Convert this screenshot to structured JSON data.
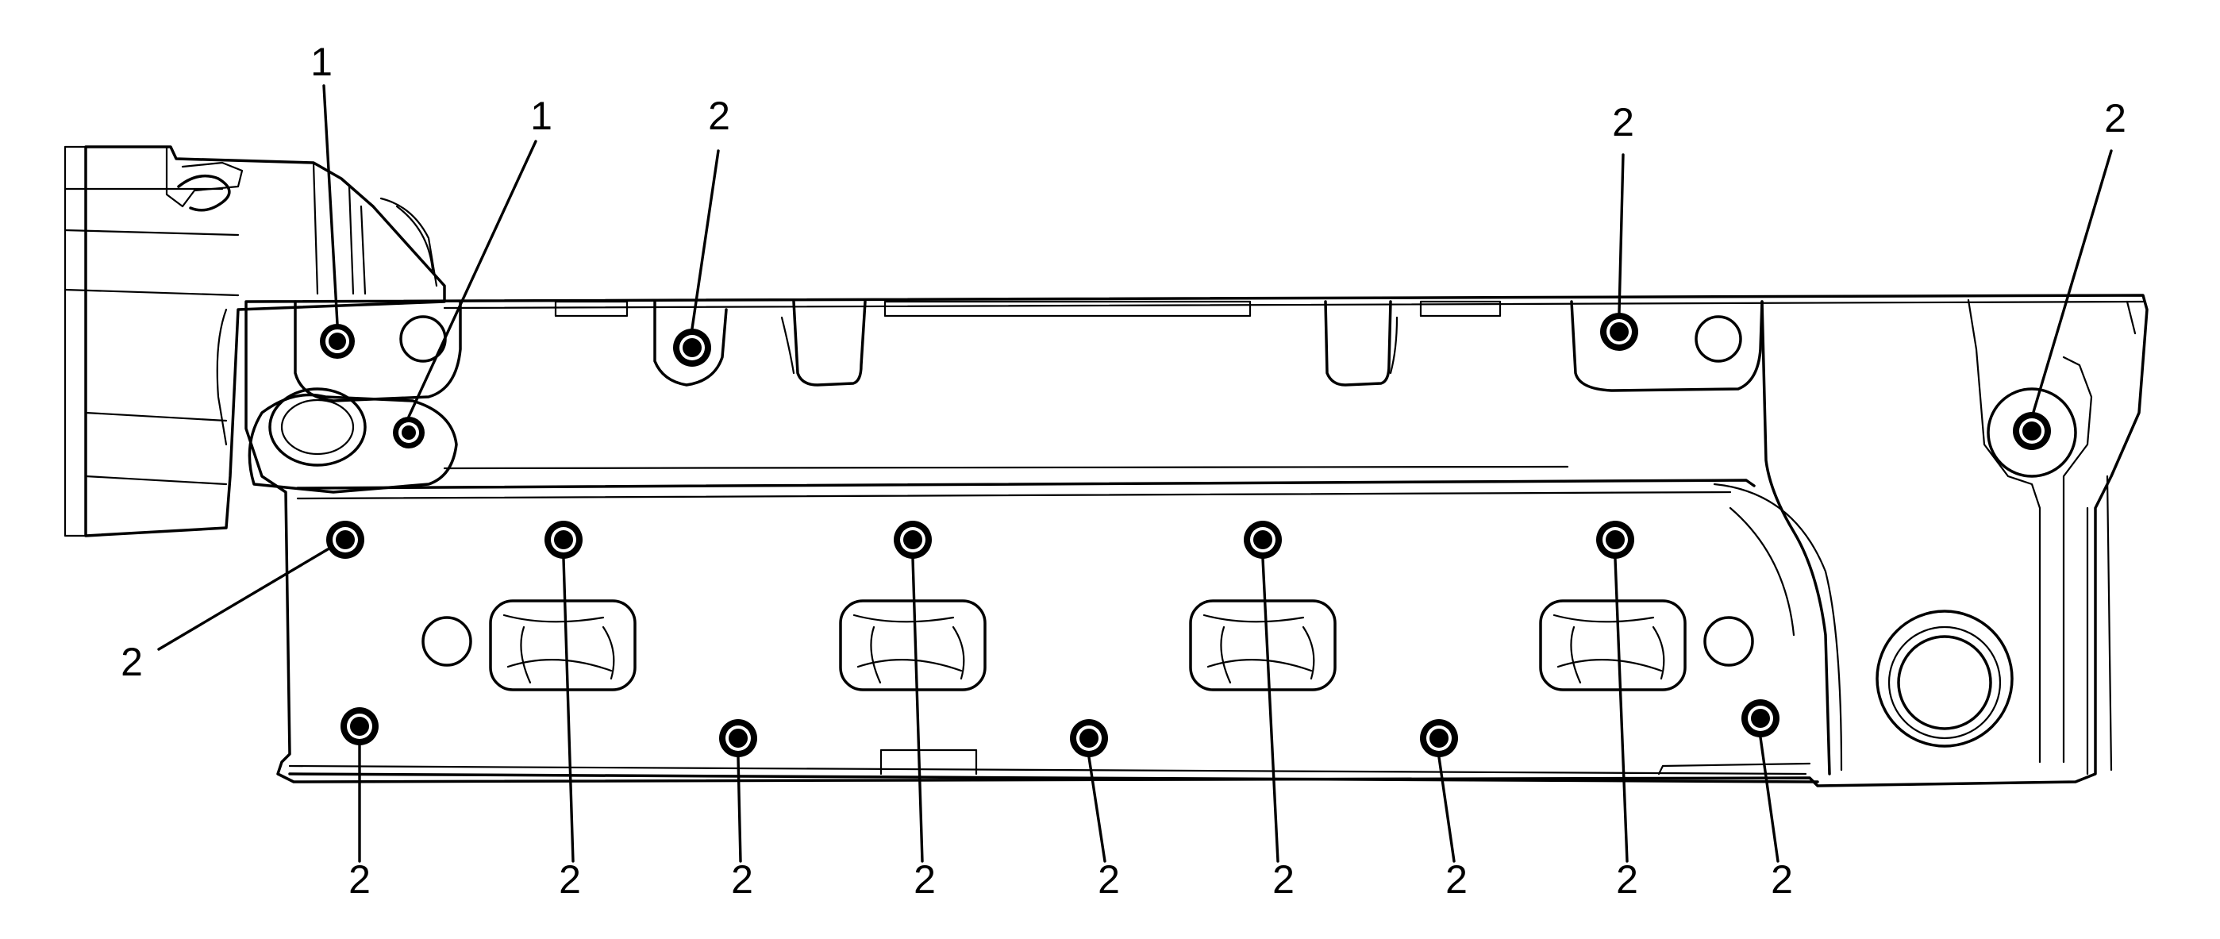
{
  "diagram": {
    "callouts": [
      {
        "id": "c1a",
        "label": "1"
      },
      {
        "id": "c1b",
        "label": "1"
      },
      {
        "id": "c2-top-1",
        "label": "2"
      },
      {
        "id": "c2-top-2",
        "label": "2"
      },
      {
        "id": "c2-top-3",
        "label": "2"
      },
      {
        "id": "c2-left",
        "label": "2"
      },
      {
        "id": "c2-b1",
        "label": "2"
      },
      {
        "id": "c2-b2",
        "label": "2"
      },
      {
        "id": "c2-b3",
        "label": "2"
      },
      {
        "id": "c2-b4",
        "label": "2"
      },
      {
        "id": "c2-b5",
        "label": "2"
      },
      {
        "id": "c2-b6",
        "label": "2"
      },
      {
        "id": "c2-b7",
        "label": "2"
      },
      {
        "id": "c2-b8",
        "label": "2"
      },
      {
        "id": "c2-b9",
        "label": "2"
      }
    ]
  }
}
